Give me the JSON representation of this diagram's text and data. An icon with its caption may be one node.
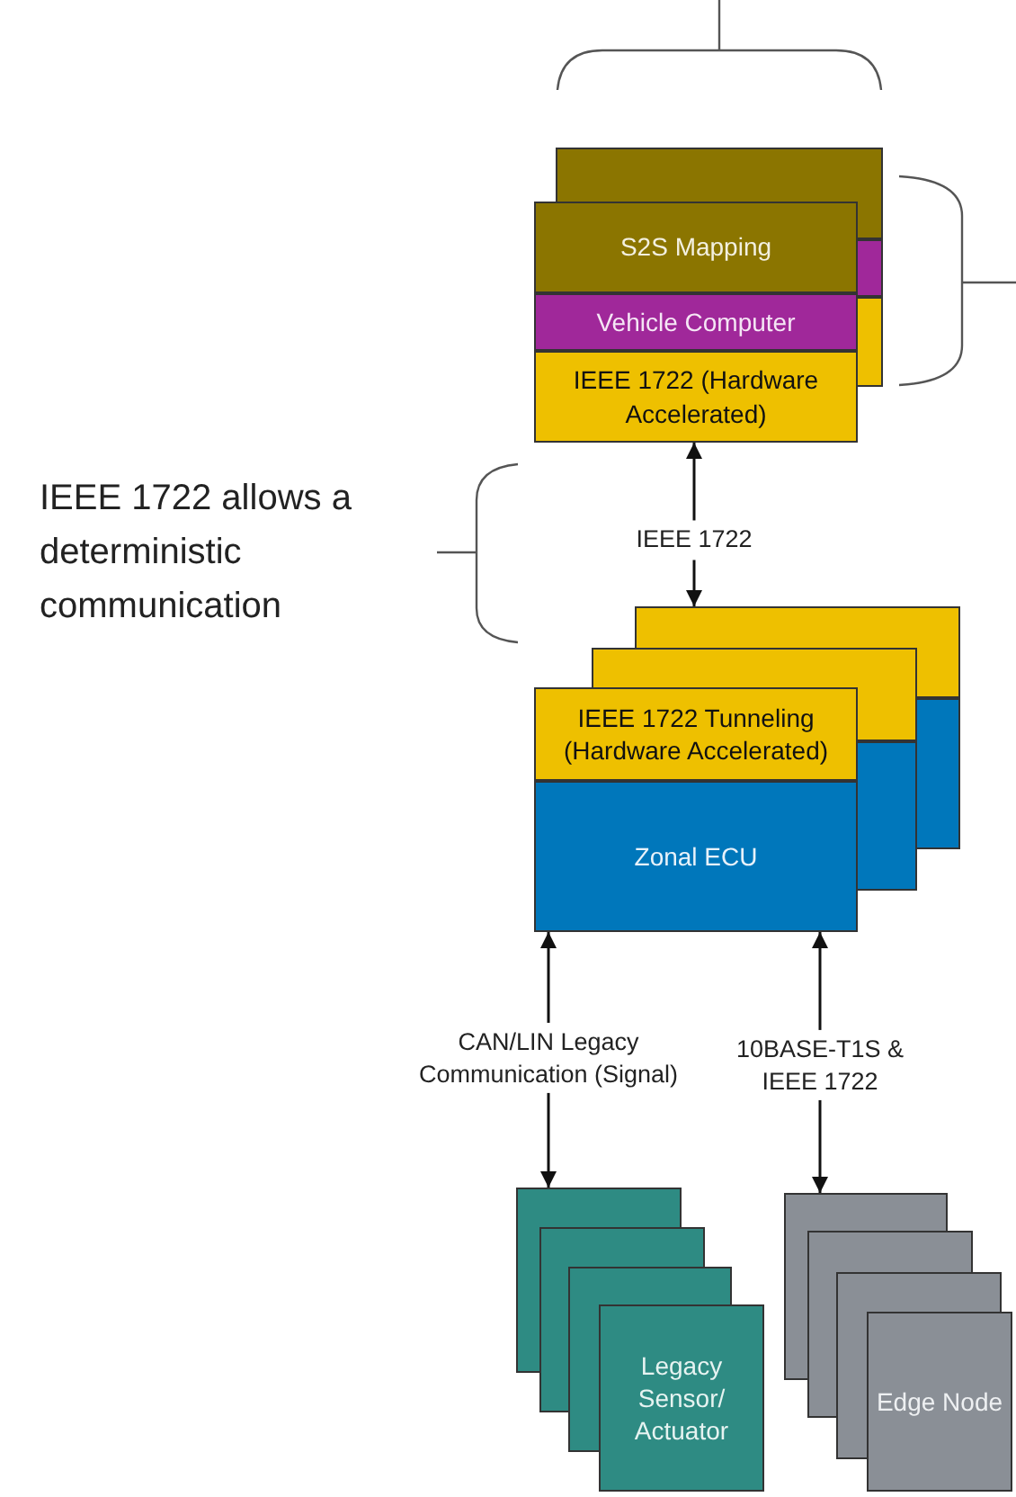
{
  "diagram": {
    "nodes": [
      {
        "text": [
          "S2S Mapping",
          "Vehicle Computer",
          "IEEE 1722 (Hardware Accelerated)"
        ]
      },
      {
        "text": [
          "IEEE 1722 Tunneling (Hardware Accelerated)",
          "Zonal ECU"
        ]
      },
      {
        "text": [
          "Legacy Sensor/ Actuator"
        ]
      },
      {
        "text": [
          "Edge Node"
        ]
      }
    ],
    "edges": [
      {
        "from": 1,
        "to": 0,
        "arrow": "both",
        "label": "IEEE 1722"
      },
      {
        "from": 1,
        "to": 2,
        "arrow": "both",
        "label": "CAN/LIN Legacy Communication (Signal)"
      },
      {
        "from": 1,
        "to": 3,
        "arrow": "both",
        "label": "10BASE-T1S & IEEE 1722"
      }
    ],
    "labels": [
      "IEEE 1722 allows a deterministic communication"
    ]
  }
}
